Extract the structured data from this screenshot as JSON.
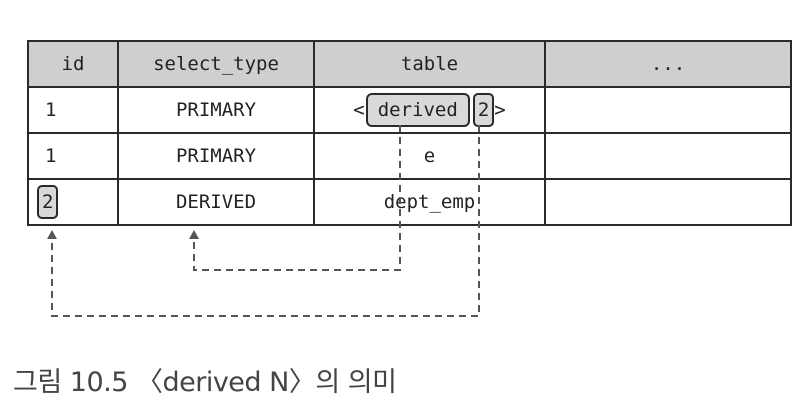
{
  "table": {
    "headers": [
      "id",
      "select_type",
      "table",
      "..."
    ],
    "rows": [
      {
        "id": "1",
        "select_type": "PRIMARY",
        "table_prefix": "<",
        "table_derived": "derived",
        "table_num": "2",
        "table_suffix": ">",
        "more": ""
      },
      {
        "id": "1",
        "select_type": "PRIMARY",
        "table": "e",
        "more": ""
      },
      {
        "id": "2",
        "select_type": "DERIVED",
        "table": "dept_emp",
        "more": ""
      }
    ]
  },
  "caption": "그림 10.5 〈derived N〉의 의미",
  "colors": {
    "header_bg": "#cfcfcf",
    "highlight_bg": "#d9d9d9",
    "border": "#2a2a2a",
    "dashed_line": "#555555"
  }
}
